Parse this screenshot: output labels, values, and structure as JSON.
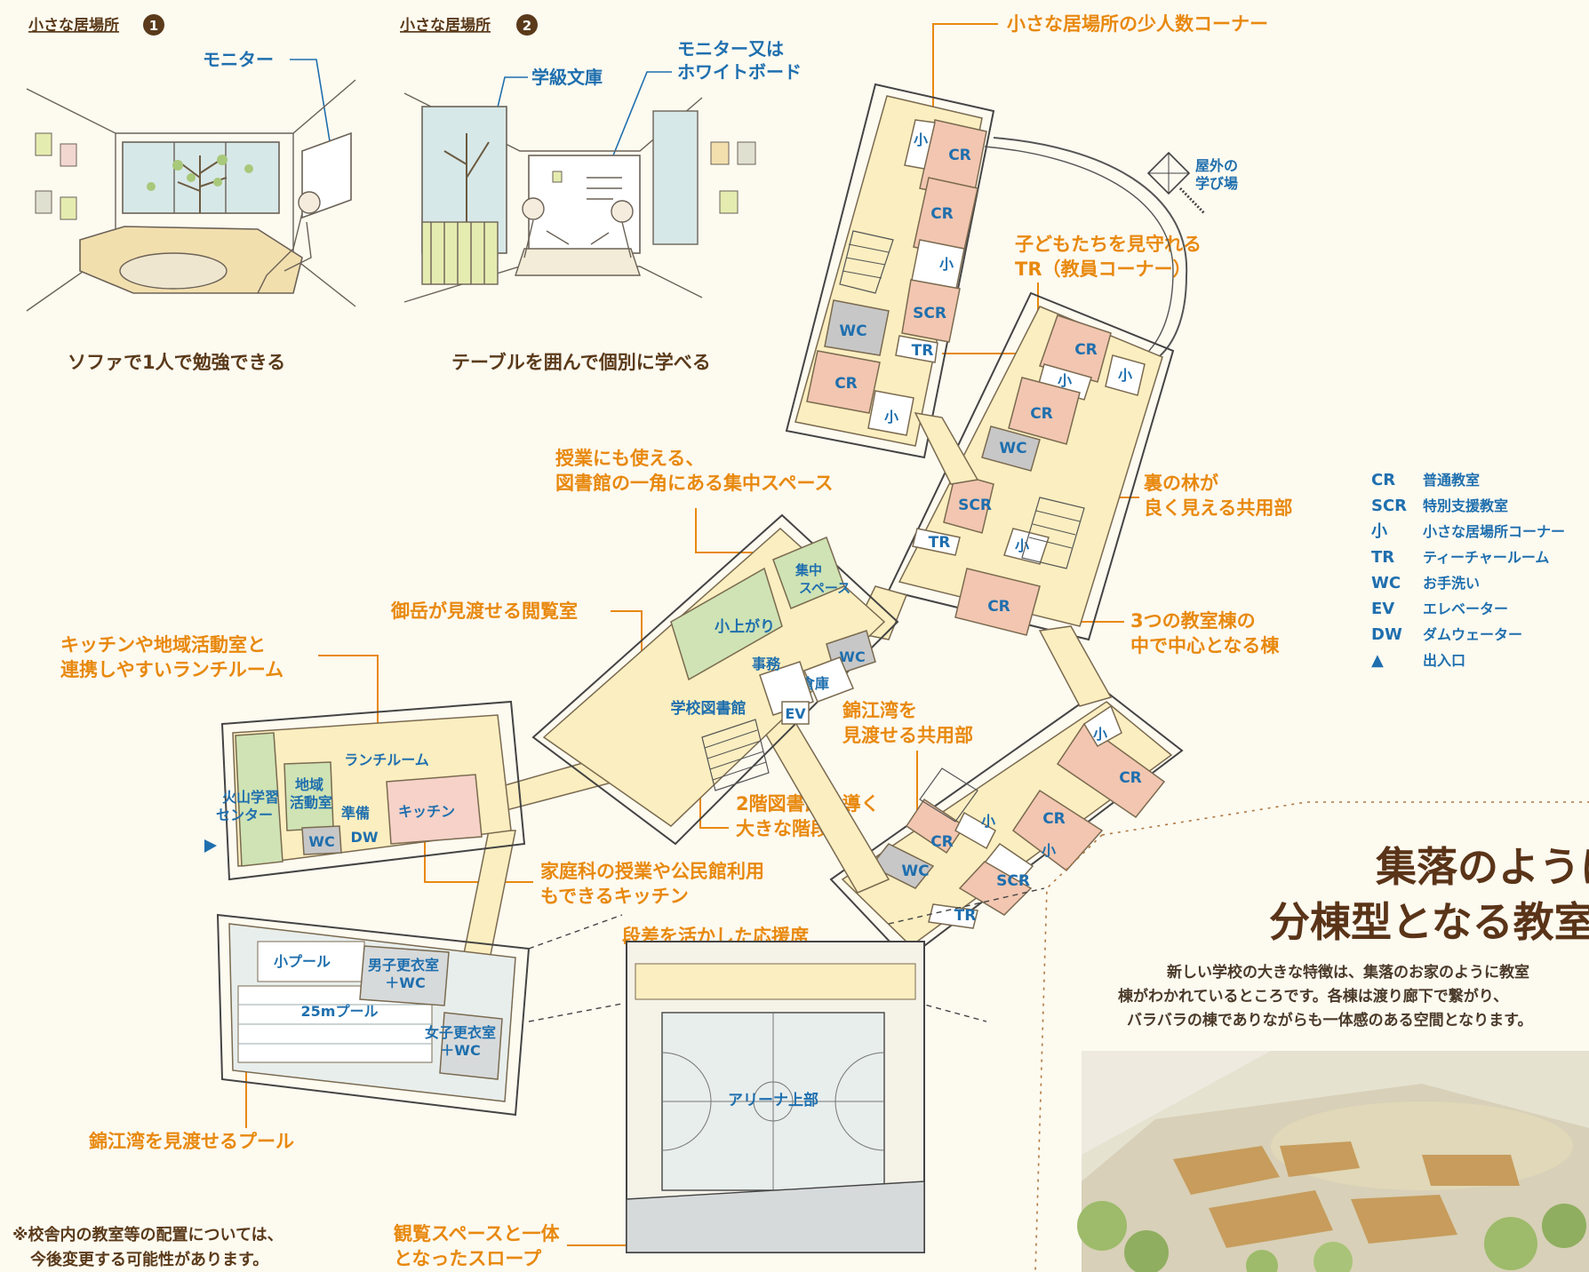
{
  "sketches": {
    "s1": {
      "title": "小さな居場所",
      "num": "1",
      "monitor": "モニター",
      "caption": "ソファで1人で勉強できる"
    },
    "s2": {
      "title": "小さな居場所",
      "num": "2",
      "library": "学級文庫",
      "monitor1": "モニター又は",
      "monitor2": "ホワイトボード",
      "caption": "テーブルを囲んで個別に学べる"
    }
  },
  "callouts": {
    "small_corner": "小さな居場所の少人数コーナー",
    "outdoor1": "屋外の",
    "outdoor2": "学び場",
    "tr1": "子どもたちを見守れる",
    "tr2": "TR（教員コーナー）",
    "forest1": "裏の林が",
    "forest2": "良く見える共用部",
    "focus1": "授業にも使える、",
    "focus2": "図書館の一角にある集中スペース",
    "reading": "御岳が見渡せる閲覧室",
    "lunch1": "キッチンや地域活動室と",
    "lunch2": "連携しやすいランチルーム",
    "center1": "3つの教室棟の",
    "center2": "中で中心となる棟",
    "kinko1": "錦江湾を",
    "kinko2": "見渡せる共用部",
    "stairs1": "2階図書館へ導く",
    "stairs2": "大きな階段",
    "kitchen1": "家庭科の授業や公民館利用",
    "kitchen2": "もできるキッチン",
    "seats": "段差を活かした応援席",
    "pool": "錦江湾を見渡せるプール",
    "slope1": "観覧スペースと一体",
    "slope2": "となったスロープ",
    "note1": "※校舎内の教室等の配置については、",
    "note2": "今後変更する可能性があります。"
  },
  "rooms": {
    "cr": "CR",
    "scr": "SCR",
    "small": "小",
    "tr": "TR",
    "wc": "WC",
    "ev": "EV",
    "dw": "DW",
    "focus1": "集中",
    "focus2": "スペース",
    "koagari": "小上がり",
    "office": "事務",
    "storage": "倉庫",
    "library": "学校図書館",
    "lunch": "ランチルーム",
    "volcano1": "火山学習",
    "volcano2": "センター",
    "community1": "地域",
    "community2": "活動室",
    "prep": "準備",
    "kitchen": "キッチン",
    "small_pool": "小プール",
    "pool25": "25mプール",
    "boys1": "男子更衣室",
    "boys2": "＋WC",
    "girls1": "女子更衣室",
    "girls2": "＋WC",
    "arena": "アリーナ上部"
  },
  "legend": [
    {
      "key": "CR",
      "value": "普通教室"
    },
    {
      "key": "SCR",
      "value": "特別支援教室"
    },
    {
      "key": "小",
      "value": "小さな居場所コーナー"
    },
    {
      "key": "TR",
      "value": "ティーチャールーム"
    },
    {
      "key": "WC",
      "value": "お手洗い"
    },
    {
      "key": "EV",
      "value": "エレベーター"
    },
    {
      "key": "DW",
      "value": "ダムウェーター"
    },
    {
      "key": "▲",
      "value": "出入口"
    }
  ],
  "headline": {
    "line1": "集落のように",
    "line2": "分棟型となる教室棟",
    "body1": "新しい学校の大きな特徴は、集落のお家のように教室",
    "body2": "棟がわかれているところです。各棟は渡り廊下で繋がり、",
    "body3": "バラバラの棟でありながらも一体感のある空間となります。"
  },
  "colors": {
    "accent": "#e8890f",
    "blue": "#1f6fae",
    "cream": "#fbeec0",
    "classroom": "#f2c6b0",
    "wc": "#c7c7c7",
    "green": "#cfe3b4",
    "pool": "#e8eeec",
    "title": "#5a3418"
  }
}
